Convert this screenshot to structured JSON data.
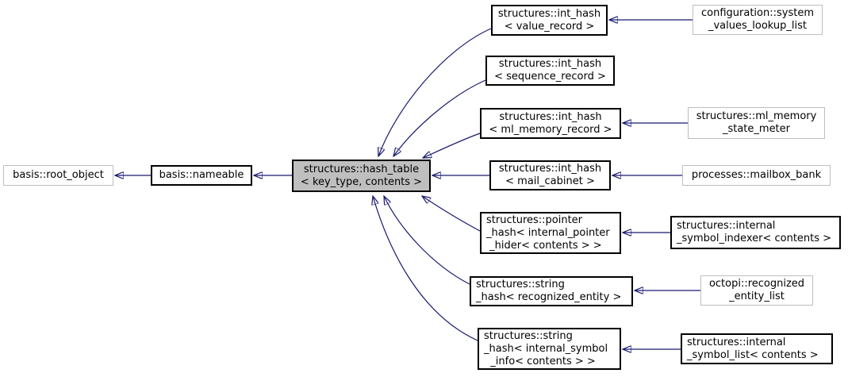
{
  "diagram": {
    "kind": "class-inheritance-graph",
    "colors": {
      "background": "#ffffff",
      "edge": "#191970",
      "documented_border": "#000000",
      "undocumented_border": "#babfc3",
      "current_node_fill": "#bfbfbf",
      "text": "#000000"
    }
  },
  "nodes": [
    {
      "id": "root_object",
      "lines": [
        "basis::root_object"
      ]
    },
    {
      "id": "nameable",
      "lines": [
        "basis::nameable"
      ]
    },
    {
      "id": "hash_table",
      "lines": [
        "structures::hash_table",
        "< key_type, contents >"
      ]
    },
    {
      "id": "int_hash_value_record",
      "lines": [
        "structures::int_hash",
        "< value_record >"
      ]
    },
    {
      "id": "int_hash_sequence_record",
      "lines": [
        "structures::int_hash",
        "< sequence_record >"
      ]
    },
    {
      "id": "int_hash_ml_memory_record",
      "lines": [
        "structures::int_hash",
        "< ml_memory_record >"
      ]
    },
    {
      "id": "int_hash_mail_cabinet",
      "lines": [
        "structures::int_hash",
        "< mail_cabinet >"
      ]
    },
    {
      "id": "pointer_hash_internal_pointer_hider",
      "lines": [
        "structures::pointer",
        "_hash< internal_pointer",
        " _hider< contents > >"
      ]
    },
    {
      "id": "string_hash_recognized_entity",
      "lines": [
        "structures::string",
        "_hash< recognized_entity >"
      ]
    },
    {
      "id": "string_hash_internal_symbol_info",
      "lines": [
        "structures::string",
        "_hash< internal_symbol",
        "  _info< contents > >"
      ]
    },
    {
      "id": "system_values_lookup_list",
      "lines": [
        "configuration::system",
        "_values_lookup_list"
      ]
    },
    {
      "id": "ml_memory_state_meter",
      "lines": [
        "structures::ml_memory",
        "_state_meter"
      ]
    },
    {
      "id": "mailbox_bank",
      "lines": [
        "processes::mailbox_bank"
      ]
    },
    {
      "id": "internal_symbol_indexer",
      "lines": [
        "structures::internal",
        "_symbol_indexer< contents >"
      ]
    },
    {
      "id": "recognized_entity_list",
      "lines": [
        "octopi::recognized",
        "_entity_list"
      ]
    },
    {
      "id": "internal_symbol_list",
      "lines": [
        "structures::internal",
        "_symbol_list< contents >"
      ]
    }
  ],
  "edges": [
    {
      "from": "nameable",
      "to": "root_object"
    },
    {
      "from": "hash_table",
      "to": "nameable"
    },
    {
      "from": "int_hash_value_record",
      "to": "hash_table"
    },
    {
      "from": "int_hash_sequence_record",
      "to": "hash_table"
    },
    {
      "from": "int_hash_ml_memory_record",
      "to": "hash_table"
    },
    {
      "from": "int_hash_mail_cabinet",
      "to": "hash_table"
    },
    {
      "from": "pointer_hash_internal_pointer_hider",
      "to": "hash_table"
    },
    {
      "from": "string_hash_recognized_entity",
      "to": "hash_table"
    },
    {
      "from": "string_hash_internal_symbol_info",
      "to": "hash_table"
    },
    {
      "from": "system_values_lookup_list",
      "to": "int_hash_value_record"
    },
    {
      "from": "ml_memory_state_meter",
      "to": "int_hash_ml_memory_record"
    },
    {
      "from": "mailbox_bank",
      "to": "int_hash_mail_cabinet"
    },
    {
      "from": "internal_symbol_indexer",
      "to": "pointer_hash_internal_pointer_hider"
    },
    {
      "from": "recognized_entity_list",
      "to": "string_hash_recognized_entity"
    },
    {
      "from": "internal_symbol_list",
      "to": "string_hash_internal_symbol_info"
    }
  ]
}
